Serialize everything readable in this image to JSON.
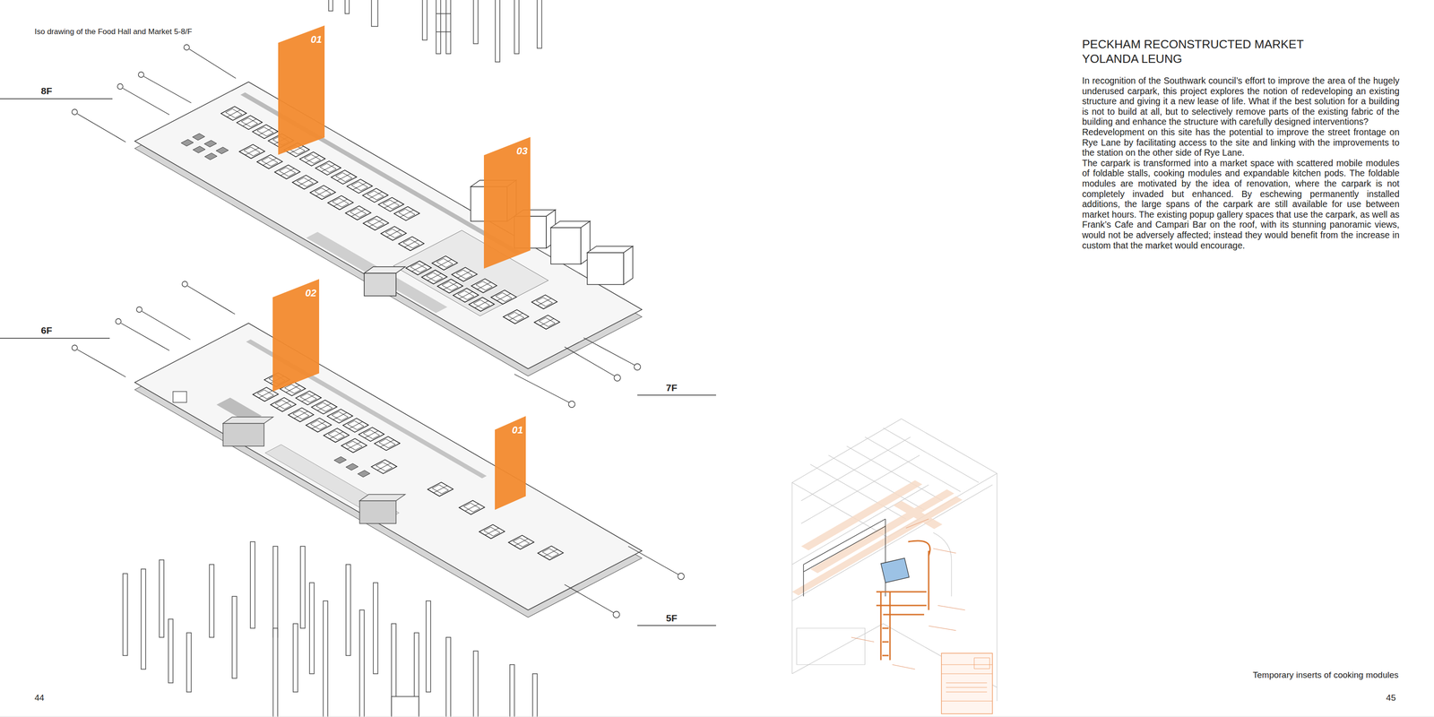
{
  "diagram": {
    "title": "PECKHAM RECONSTRUCTED MARKET",
    "caption": "Iso drawing of the Food Hall and Market 5-8/F",
    "nodes": [
      {
        "text": [
          "01"
        ]
      },
      {
        "text": [
          "03"
        ]
      },
      {
        "text": [
          "02"
        ]
      },
      {
        "text": [
          "01"
        ]
      }
    ],
    "labels": [
      "YOLANDA LEUNG",
      "In recognition of the Southwark council’s effort to improve the area of the hugely underused carpark, this project explores the notion of redeveloping an existing structure and giving it a new lease of life. What if the best solution for a building is not to build at all, but to selectively remove parts of the existing fabric of the building and enhance the structure with carefully designed interventions?",
      "Redevelopment on this site has the potential to improve the street frontage on Rye Lane by facilitating access to the site and linking with the improvements to the station on the other side of Rye Lane.",
      "The carpark is transformed into a market space with scattered mobile modules of foldable stalls, cooking modules and expandable kitchen pods. The foldable modules are motivated by the idea of renovation, where the carpark is not completely invaded but enhanced. By eschewing permanently installed additions, the large spans of the carpark are still available for use between market hours. The existing popup gallery spaces that use the carpark, as well as Frank’s Cafe and Campari Bar on the roof, with its stunning panoramic views, would not be adversely affected; instead they would benefit from the increase in custom that the market would encourage.",
      "8F",
      "6F",
      "7F",
      "5F",
      "Temporary inserts of cooking modules",
      "44",
      "45"
    ]
  }
}
